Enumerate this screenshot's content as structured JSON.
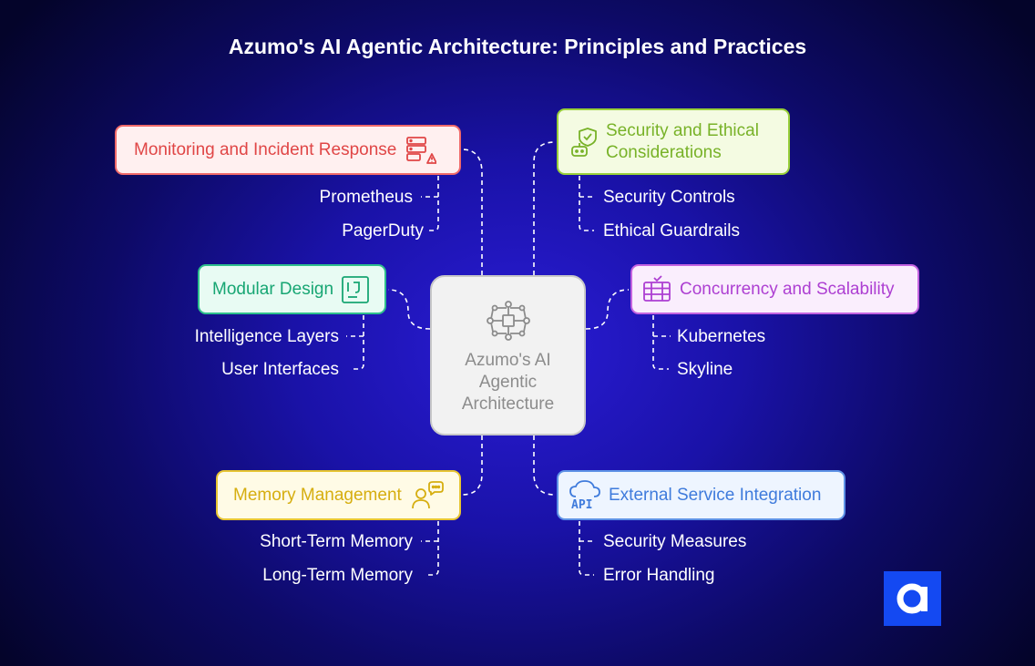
{
  "title": "Azumo's AI Agentic Architecture: Principles and Practices",
  "center": {
    "label": "Azumo's AI Agentic Architecture",
    "icon": "network-hub-icon"
  },
  "branches": [
    {
      "key": "monitoring",
      "label": "Monitoring and Incident Response",
      "icon": "server-alert-icon",
      "color": "#e04646",
      "leaves": [
        "Prometheus",
        "PagerDuty"
      ]
    },
    {
      "key": "security",
      "label_lines": [
        "Security and Ethical",
        "Considerations"
      ],
      "icon": "robot-shield-icon",
      "color": "#78b228",
      "leaves": [
        "Security Controls",
        "Ethical Guardrails"
      ]
    },
    {
      "key": "modular",
      "label": "Modular Design",
      "icon": "ij-module-icon",
      "color": "#17a673",
      "leaves": [
        "Intelligence Layers",
        "User Interfaces"
      ]
    },
    {
      "key": "concurrency",
      "label": "Concurrency and Scalability",
      "icon": "server-rack-icon",
      "color": "#ad3fd2",
      "leaves": [
        "Kubernetes",
        "Skyline"
      ]
    },
    {
      "key": "memory",
      "label": "Memory Management",
      "icon": "person-thought-icon",
      "color": "#d6ae10",
      "leaves": [
        "Short-Term Memory",
        "Long-Term Memory"
      ]
    },
    {
      "key": "external",
      "label": "External Service Integration",
      "icon": "cloud-api-icon",
      "icon_text": "API",
      "color": "#3f7bdc",
      "leaves": [
        "Security Measures",
        "Error Handling"
      ]
    }
  ],
  "logo": {
    "icon": "azumo-logo-icon",
    "color": "#1449f2"
  }
}
